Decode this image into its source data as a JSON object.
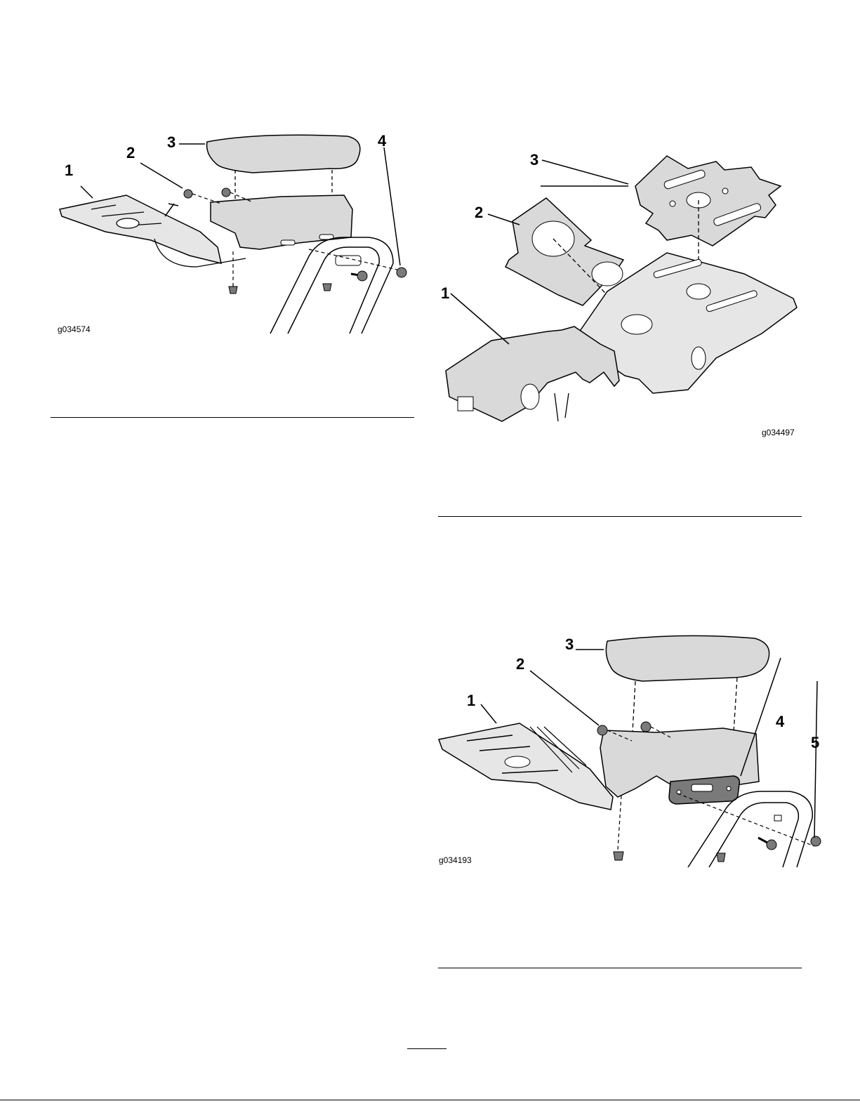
{
  "figures": [
    {
      "id": "g034574",
      "callouts": [
        "1",
        "2",
        "3",
        "4"
      ]
    },
    {
      "id": "g034497",
      "callouts": [
        "1",
        "2",
        "3"
      ]
    },
    {
      "id": "g034193",
      "callouts": [
        "1",
        "2",
        "3",
        "4",
        "5"
      ]
    }
  ],
  "colors": {
    "part_fill": "#d9d9d9",
    "hardware_fill": "#7a7a7a",
    "line": "#000000"
  }
}
